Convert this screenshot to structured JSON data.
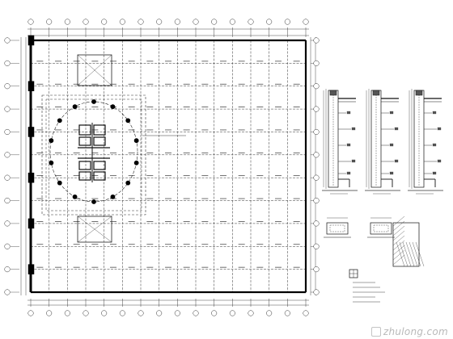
{
  "drawing": {
    "plan": {
      "grid_columns": 16,
      "grid_rows": 12,
      "ring_columns": 14,
      "thick_walls": [
        "left",
        "top",
        "right",
        "bottom"
      ]
    },
    "details": {
      "section_count": 3,
      "slab_detail_count": 2
    },
    "watermark": {
      "text": "zhulong.com"
    }
  }
}
